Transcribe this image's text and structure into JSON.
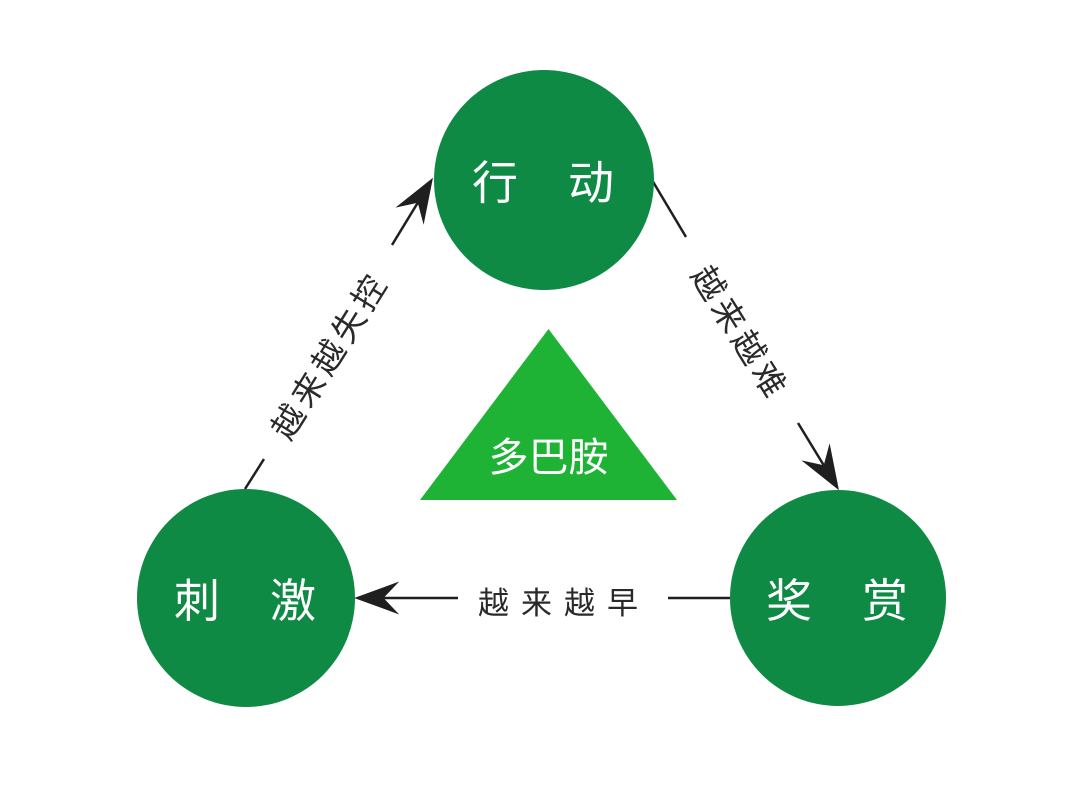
{
  "diagram": {
    "type": "cycle-diagram",
    "center": {
      "label": "多巴胺",
      "shape": "triangle",
      "color": "#1fb335",
      "text_color": "#ffffff"
    },
    "nodes": [
      {
        "id": "action",
        "label": "行　动",
        "position": "top",
        "color": "#0e8a44",
        "text_color": "#ffffff"
      },
      {
        "id": "stimulus",
        "label": "刺　激",
        "position": "bottom-left",
        "color": "#0e8a44",
        "text_color": "#ffffff"
      },
      {
        "id": "reward",
        "label": "奖　赏",
        "position": "bottom-right",
        "color": "#0e8a44",
        "text_color": "#ffffff"
      }
    ],
    "edges": [
      {
        "from": "stimulus",
        "to": "action",
        "label": "越来越失控",
        "direction": "up-right"
      },
      {
        "from": "action",
        "to": "reward",
        "label": "越来越难",
        "direction": "down-right"
      },
      {
        "from": "reward",
        "to": "stimulus",
        "label": "越来越早",
        "direction": "left"
      }
    ],
    "line_color": "#1f1f1f",
    "background": "#ffffff"
  }
}
